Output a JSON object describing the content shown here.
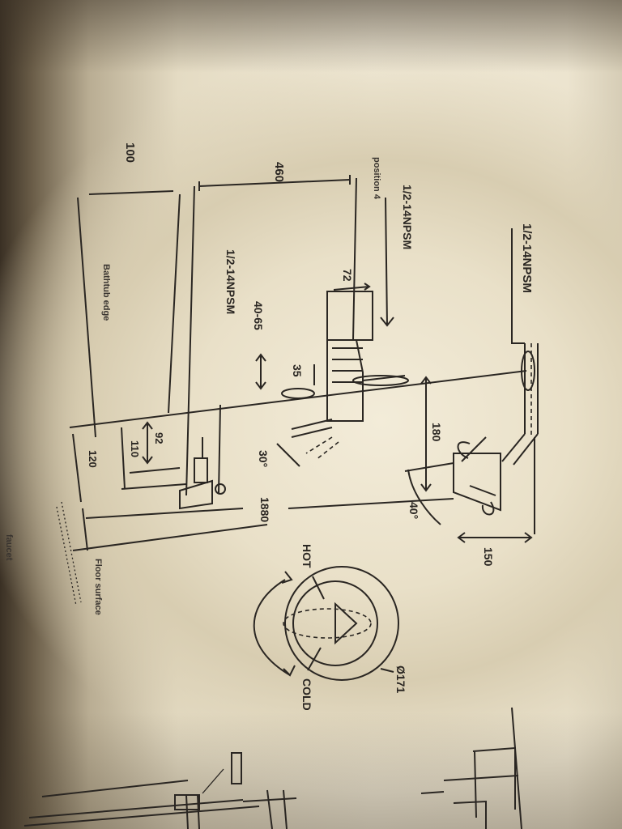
{
  "labels": {
    "thread_top": "1/2-14NPSM",
    "thread_mid": "1/2-14NPSM",
    "thread_low": "1/2-14NPSM",
    "position": "position 4",
    "dim_460": "460",
    "dim_100": "100",
    "dim_72": "72",
    "dim_40_65": "40-65",
    "dim_35": "35",
    "dim_180": "180",
    "dim_150": "150",
    "dim_40deg": "40°",
    "dim_30deg": "30°",
    "dim_1880": "1880",
    "dim_92": "92",
    "dim_110": "110",
    "dim_120": "120",
    "dia_171": "Ø171",
    "hot": "HOT",
    "cold": "COLD",
    "bathtub_edge": "Bathtub edge",
    "floor": "Floor surface",
    "faucet": "faucet"
  }
}
